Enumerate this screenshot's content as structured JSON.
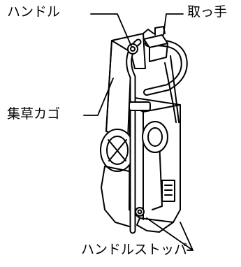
{
  "labels": {
    "handle": "ハンドル",
    "grip": "取っ手",
    "grass_bag": "集草カゴ",
    "handle_stopper": "ハンドルストッパ"
  },
  "colors": {
    "line": "#000000",
    "background": "#ffffff"
  }
}
